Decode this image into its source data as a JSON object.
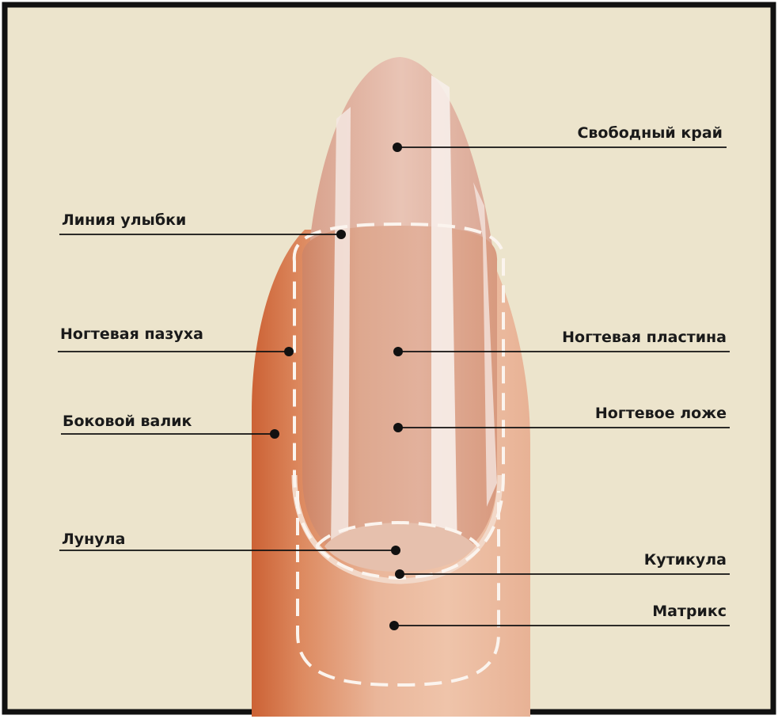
{
  "colors": {
    "background": "#ece4cc",
    "frame": "#111111",
    "finger_shadow": "#d06b3c",
    "finger_mid": "#e2a07f",
    "finger_light": "#edc0a4",
    "nail_plate": "#dcaf9a",
    "nail_highlight": "#f3e3dd",
    "dashed_outline": "#fbf4ee",
    "label_text": "#1a1a1a"
  },
  "labels": {
    "free_edge": "Свободный край",
    "smile_line": "Линия улыбки",
    "nail_sinus": "Ногтевая пазуха",
    "nail_plate": "Ногтевая пластина",
    "lateral_fold": "Боковой валик",
    "nail_bed": "Ногтевое ложе",
    "lunula": "Лунула",
    "cuticle": "Кутикула",
    "matrix": "Матрикс"
  }
}
